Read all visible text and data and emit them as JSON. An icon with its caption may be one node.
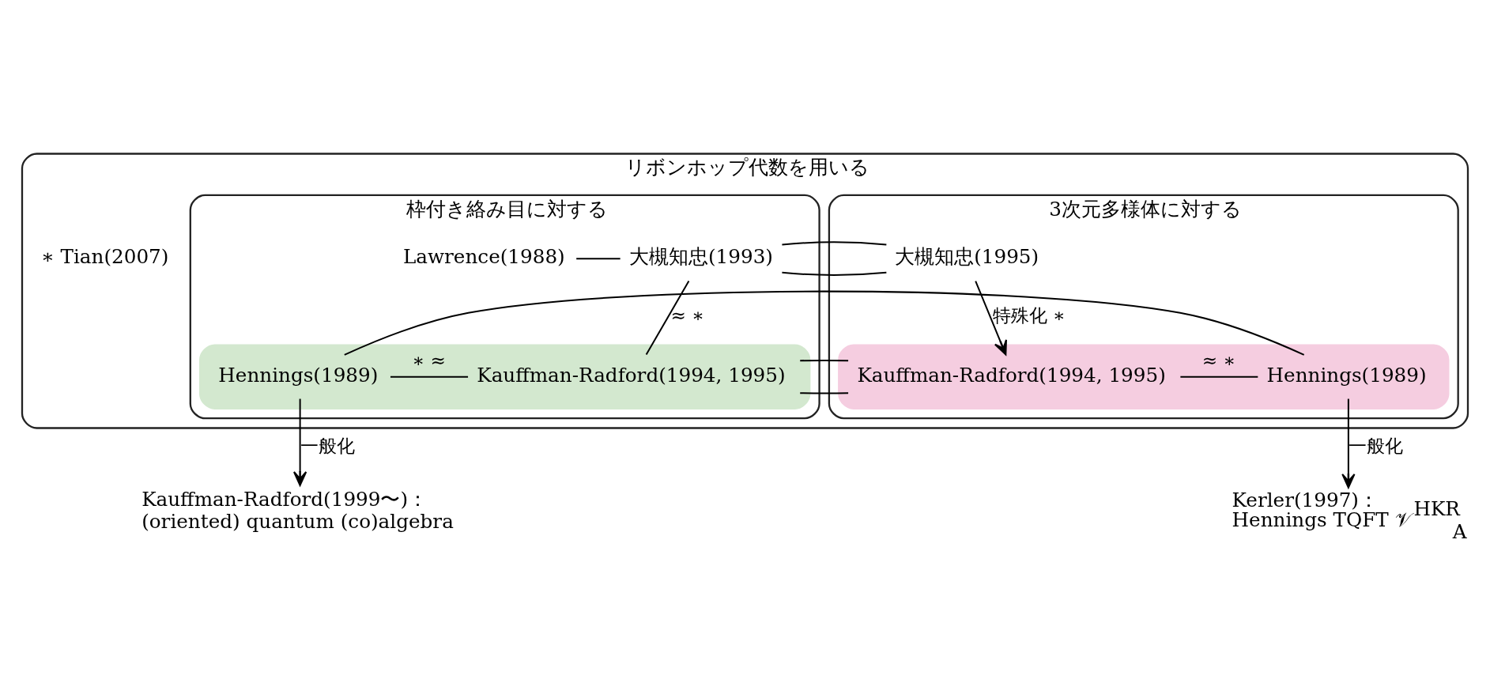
{
  "diagram": {
    "nodes": [
      {
        "text": [
          "リボンホップ代数を用いる"
        ]
      },
      {
        "text": [
          "枠付き絡み目に対する"
        ],
        "in": 0
      },
      {
        "text": [
          "Lawrence(1988)"
        ],
        "in": 1
      },
      {
        "text": [
          "大槻知忠(1993)"
        ],
        "in": 1
      },
      {
        "text": [],
        "shape": "box",
        "in": 1
      },
      {
        "text": [
          "Hennings(1989)"
        ],
        "in": 4
      },
      {
        "text": [
          "Kauffman-Radford(1994, 1995)"
        ],
        "in": 4
      },
      {
        "text": [
          "3次元多様体に対する"
        ],
        "in": 0
      },
      {
        "text": [
          "大槻知忠(1995)"
        ],
        "in": 7
      },
      {
        "text": [],
        "shape": "box",
        "in": 7
      },
      {
        "text": [
          "Kauffman-Radford(1994, 1995)"
        ],
        "in": 9
      },
      {
        "text": [
          "Hennings(1989)"
        ],
        "in": 9
      },
      {
        "text": [
          "Kauffman-Radford(1999〜)：",
          "(oriented) quantum (co)algebra"
        ]
      },
      {
        "text": [
          "Kerler(1997)：",
          "Hennings TQFT 𝒱$^{HKR}$$_{A}$"
        ]
      }
    ],
    "edges": [
      {
        "from": 2,
        "to": 3,
        "arrow": "none"
      },
      {
        "from": 3,
        "to": 8,
        "arrow": "none"
      },
      {
        "from": 3,
        "to": 6,
        "arrow": "none",
        "label": "≈ ∗"
      },
      {
        "from": 5,
        "to": 6,
        "arrow": "none",
        "label": "∗ ≈"
      },
      {
        "from": 6,
        "to": 10,
        "arrow": "none"
      },
      {
        "from": 8,
        "to": 10,
        "arrow": "to",
        "label": "特殊化 ∗"
      },
      {
        "from": 10,
        "to": 11,
        "arrow": "none",
        "label": "≈ ∗"
      },
      {
        "from": 5,
        "to": 11,
        "arrow": "none"
      },
      {
        "from": 5,
        "to": 12,
        "arrow": "to",
        "label": "一般化"
      },
      {
        "from": 11,
        "to": 13,
        "arrow": "to",
        "label": "一般化"
      }
    ],
    "labels": [
      "∗ Tian(2007)"
    ]
  }
}
